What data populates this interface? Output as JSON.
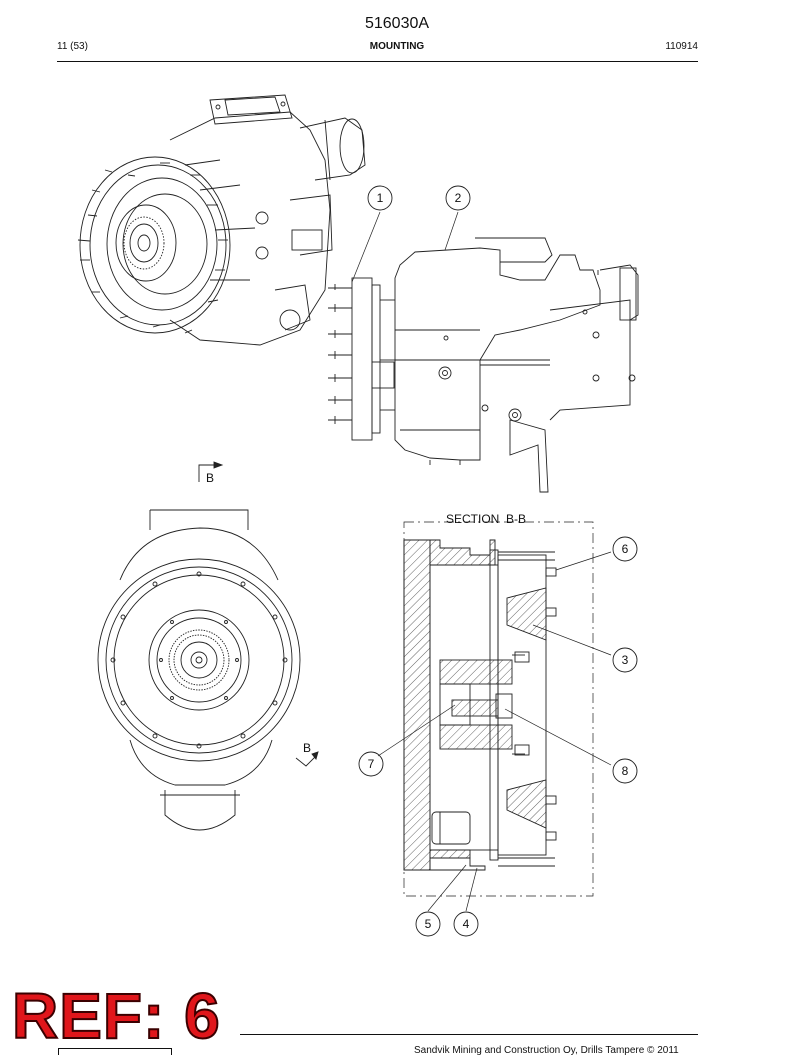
{
  "header": {
    "doc_number": "516030A",
    "page": "11 (53)",
    "section": "MOUNTING",
    "code": "110914"
  },
  "drawing": {
    "view_marker_top": "B",
    "view_marker_bottom": "B",
    "section_label": "SECTION  B-B",
    "callouts": [
      "1",
      "2",
      "3",
      "4",
      "5",
      "6",
      "7",
      "8"
    ]
  },
  "stamp": {
    "text": "REF: 6",
    "color": "#e0161b"
  },
  "footer": {
    "text": "Sandvik Mining and Construction Oy, Drills Tampere © 2011"
  }
}
